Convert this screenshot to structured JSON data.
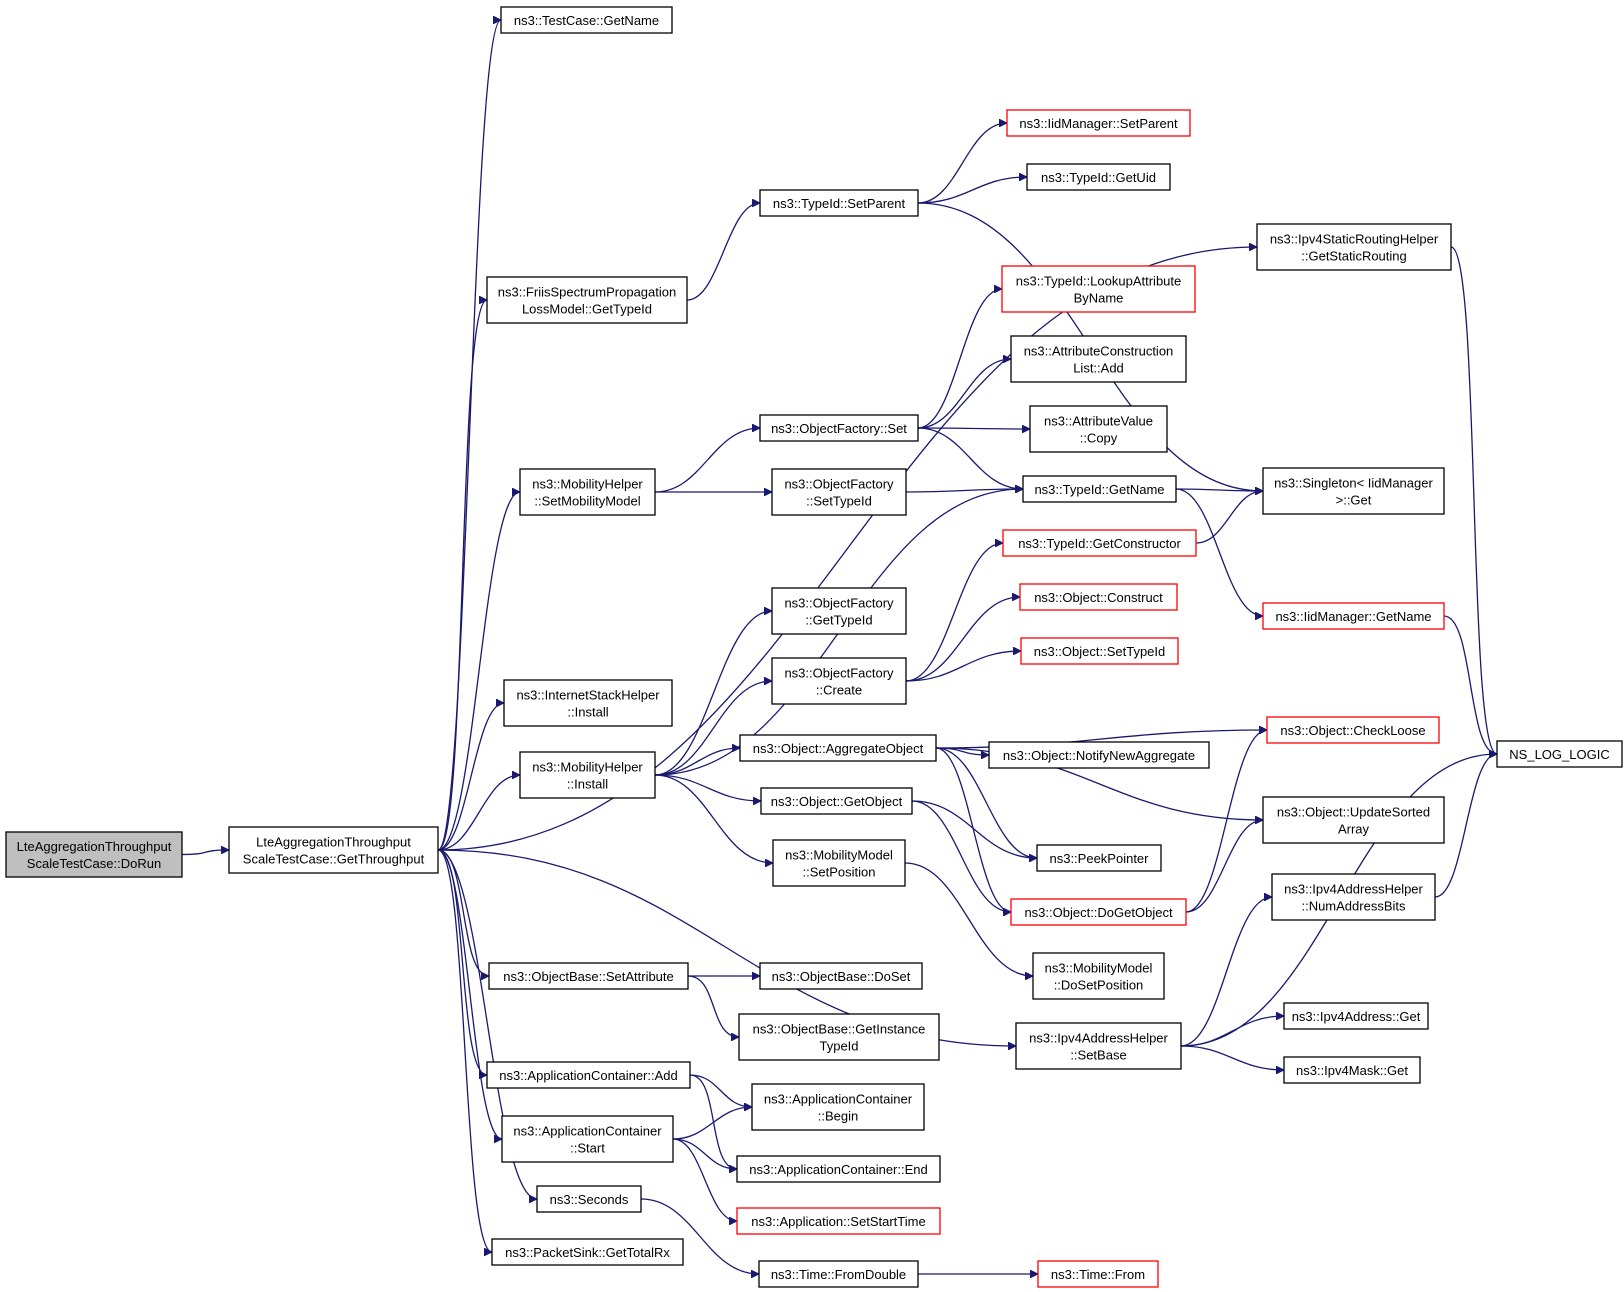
{
  "diagram": {
    "type": "call-graph",
    "colors": {
      "edge": "#191970",
      "node_border": "#000000",
      "truncated_node_border": "#ff0000",
      "root_fill": "#bfbfbf",
      "node_fill": "#ffffff"
    },
    "nodes": [
      {
        "id": "n0",
        "lines": [
          "LteAggregationThroughput",
          "ScaleTestCase::DoRun"
        ],
        "kind": "root"
      },
      {
        "id": "n1",
        "lines": [
          "LteAggregationThroughput",
          "ScaleTestCase::GetThroughput"
        ],
        "kind": "normal"
      },
      {
        "id": "n2",
        "lines": [
          "ns3::TestCase::GetName"
        ],
        "kind": "normal"
      },
      {
        "id": "n3",
        "lines": [
          "ns3::FriisSpectrumPropagation",
          "LossModel::GetTypeId"
        ],
        "kind": "normal"
      },
      {
        "id": "n4",
        "lines": [
          "ns3::MobilityHelper",
          "::SetMobilityModel"
        ],
        "kind": "normal"
      },
      {
        "id": "n5",
        "lines": [
          "ns3::InternetStackHelper",
          "::Install"
        ],
        "kind": "normal"
      },
      {
        "id": "n6",
        "lines": [
          "ns3::MobilityHelper",
          "::Install"
        ],
        "kind": "normal"
      },
      {
        "id": "n7",
        "lines": [
          "ns3::ObjectBase::SetAttribute"
        ],
        "kind": "normal"
      },
      {
        "id": "n8",
        "lines": [
          "ns3::ApplicationContainer::Add"
        ],
        "kind": "normal"
      },
      {
        "id": "n9",
        "lines": [
          "ns3::ApplicationContainer",
          "::Start"
        ],
        "kind": "normal"
      },
      {
        "id": "n10",
        "lines": [
          "ns3::Seconds"
        ],
        "kind": "normal"
      },
      {
        "id": "n11",
        "lines": [
          "ns3::PacketSink::GetTotalRx"
        ],
        "kind": "normal"
      },
      {
        "id": "n12",
        "lines": [
          "ns3::TypeId::SetParent"
        ],
        "kind": "normal"
      },
      {
        "id": "n13",
        "lines": [
          "ns3::ObjectFactory::Set"
        ],
        "kind": "normal"
      },
      {
        "id": "n14",
        "lines": [
          "ns3::ObjectFactory",
          "::SetTypeId"
        ],
        "kind": "normal"
      },
      {
        "id": "n15",
        "lines": [
          "ns3::ObjectFactory",
          "::GetTypeId"
        ],
        "kind": "normal"
      },
      {
        "id": "n16",
        "lines": [
          "ns3::ObjectFactory",
          "::Create"
        ],
        "kind": "normal"
      },
      {
        "id": "n17",
        "lines": [
          "ns3::Object::AggregateObject"
        ],
        "kind": "normal"
      },
      {
        "id": "n18",
        "lines": [
          "ns3::Object::GetObject"
        ],
        "kind": "normal"
      },
      {
        "id": "n19",
        "lines": [
          "ns3::MobilityModel",
          "::SetPosition"
        ],
        "kind": "normal"
      },
      {
        "id": "n20",
        "lines": [
          "ns3::ObjectBase::DoSet"
        ],
        "kind": "normal"
      },
      {
        "id": "n21",
        "lines": [
          "ns3::ObjectBase::GetInstance",
          "TypeId"
        ],
        "kind": "normal"
      },
      {
        "id": "n22",
        "lines": [
          "ns3::ApplicationContainer",
          "::Begin"
        ],
        "kind": "normal"
      },
      {
        "id": "n23",
        "lines": [
          "ns3::ApplicationContainer::End"
        ],
        "kind": "normal"
      },
      {
        "id": "n24",
        "lines": [
          "ns3::Application::SetStartTime"
        ],
        "kind": "truncated"
      },
      {
        "id": "n25",
        "lines": [
          "ns3::Time::FromDouble"
        ],
        "kind": "normal"
      },
      {
        "id": "n26",
        "lines": [
          "ns3::IidManager::SetParent"
        ],
        "kind": "truncated"
      },
      {
        "id": "n27",
        "lines": [
          "ns3::TypeId::GetUid"
        ],
        "kind": "normal"
      },
      {
        "id": "n28",
        "lines": [
          "ns3::TypeId::LookupAttribute",
          "ByName"
        ],
        "kind": "truncated"
      },
      {
        "id": "n29",
        "lines": [
          "ns3::AttributeConstruction",
          "List::Add"
        ],
        "kind": "normal"
      },
      {
        "id": "n30",
        "lines": [
          "ns3::AttributeValue",
          "::Copy"
        ],
        "kind": "normal"
      },
      {
        "id": "n31",
        "lines": [
          "ns3::TypeId::GetName"
        ],
        "kind": "normal"
      },
      {
        "id": "n32",
        "lines": [
          "ns3::TypeId::GetConstructor"
        ],
        "kind": "truncated"
      },
      {
        "id": "n33",
        "lines": [
          "ns3::Object::Construct"
        ],
        "kind": "truncated"
      },
      {
        "id": "n34",
        "lines": [
          "ns3::Object::SetTypeId"
        ],
        "kind": "truncated"
      },
      {
        "id": "n35",
        "lines": [
          "ns3::Object::NotifyNewAggregate"
        ],
        "kind": "normal"
      },
      {
        "id": "n36",
        "lines": [
          "ns3::PeekPointer"
        ],
        "kind": "normal"
      },
      {
        "id": "n37",
        "lines": [
          "ns3::Object::DoGetObject"
        ],
        "kind": "truncated"
      },
      {
        "id": "n38",
        "lines": [
          "ns3::MobilityModel",
          "::DoSetPosition"
        ],
        "kind": "normal"
      },
      {
        "id": "n39",
        "lines": [
          "ns3::Ipv4AddressHelper",
          "::SetBase"
        ],
        "kind": "normal"
      },
      {
        "id": "n40",
        "lines": [
          "ns3::Time::From"
        ],
        "kind": "truncated"
      },
      {
        "id": "n41",
        "lines": [
          "ns3::Ipv4StaticRoutingHelper",
          "::GetStaticRouting"
        ],
        "kind": "normal"
      },
      {
        "id": "n42",
        "lines": [
          "ns3::Singleton< IidManager",
          " >::Get"
        ],
        "kind": "normal"
      },
      {
        "id": "n43",
        "lines": [
          "ns3::IidManager::GetName"
        ],
        "kind": "truncated"
      },
      {
        "id": "n44",
        "lines": [
          "ns3::Object::CheckLoose"
        ],
        "kind": "truncated"
      },
      {
        "id": "n45",
        "lines": [
          "ns3::Object::UpdateSorted",
          "Array"
        ],
        "kind": "normal"
      },
      {
        "id": "n46",
        "lines": [
          "ns3::Ipv4AddressHelper",
          "::NumAddressBits"
        ],
        "kind": "normal"
      },
      {
        "id": "n47",
        "lines": [
          "ns3::Ipv4Address::Get"
        ],
        "kind": "normal"
      },
      {
        "id": "n48",
        "lines": [
          "ns3::Ipv4Mask::Get"
        ],
        "kind": "normal"
      },
      {
        "id": "n49",
        "lines": [
          "NS_LOG_LOGIC"
        ],
        "kind": "normal"
      }
    ],
    "edges": [
      [
        "n0",
        "n1"
      ],
      [
        "n1",
        "n2"
      ],
      [
        "n1",
        "n41"
      ],
      [
        "n1",
        "n3"
      ],
      [
        "n1",
        "n4"
      ],
      [
        "n1",
        "n5"
      ],
      [
        "n1",
        "n6"
      ],
      [
        "n1",
        "n39"
      ],
      [
        "n1",
        "n7"
      ],
      [
        "n1",
        "n8"
      ],
      [
        "n1",
        "n9"
      ],
      [
        "n1",
        "n10"
      ],
      [
        "n1",
        "n11"
      ],
      [
        "n3",
        "n12"
      ],
      [
        "n12",
        "n26"
      ],
      [
        "n12",
        "n27"
      ],
      [
        "n12",
        "n42"
      ],
      [
        "n4",
        "n13"
      ],
      [
        "n4",
        "n14"
      ],
      [
        "n13",
        "n28"
      ],
      [
        "n13",
        "n29"
      ],
      [
        "n13",
        "n30"
      ],
      [
        "n13",
        "n31"
      ],
      [
        "n14",
        "n31"
      ],
      [
        "n31",
        "n42"
      ],
      [
        "n31",
        "n43"
      ],
      [
        "n32",
        "n42"
      ],
      [
        "n6",
        "n31"
      ],
      [
        "n6",
        "n15"
      ],
      [
        "n6",
        "n16"
      ],
      [
        "n6",
        "n17"
      ],
      [
        "n6",
        "n18"
      ],
      [
        "n6",
        "n19"
      ],
      [
        "n16",
        "n32"
      ],
      [
        "n16",
        "n33"
      ],
      [
        "n16",
        "n34"
      ],
      [
        "n17",
        "n44"
      ],
      [
        "n17",
        "n35"
      ],
      [
        "n17",
        "n45"
      ],
      [
        "n17",
        "n36"
      ],
      [
        "n17",
        "n37"
      ],
      [
        "n18",
        "n36"
      ],
      [
        "n18",
        "n37"
      ],
      [
        "n37",
        "n44"
      ],
      [
        "n37",
        "n45"
      ],
      [
        "n19",
        "n38"
      ],
      [
        "n7",
        "n20"
      ],
      [
        "n7",
        "n21"
      ],
      [
        "n8",
        "n22"
      ],
      [
        "n8",
        "n23"
      ],
      [
        "n9",
        "n22"
      ],
      [
        "n9",
        "n23"
      ],
      [
        "n9",
        "n24"
      ],
      [
        "n10",
        "n25"
      ],
      [
        "n25",
        "n40"
      ],
      [
        "n39",
        "n46"
      ],
      [
        "n39",
        "n49"
      ],
      [
        "n39",
        "n47"
      ],
      [
        "n39",
        "n48"
      ],
      [
        "n41",
        "n49"
      ],
      [
        "n43",
        "n49"
      ],
      [
        "n46",
        "n49"
      ]
    ]
  }
}
